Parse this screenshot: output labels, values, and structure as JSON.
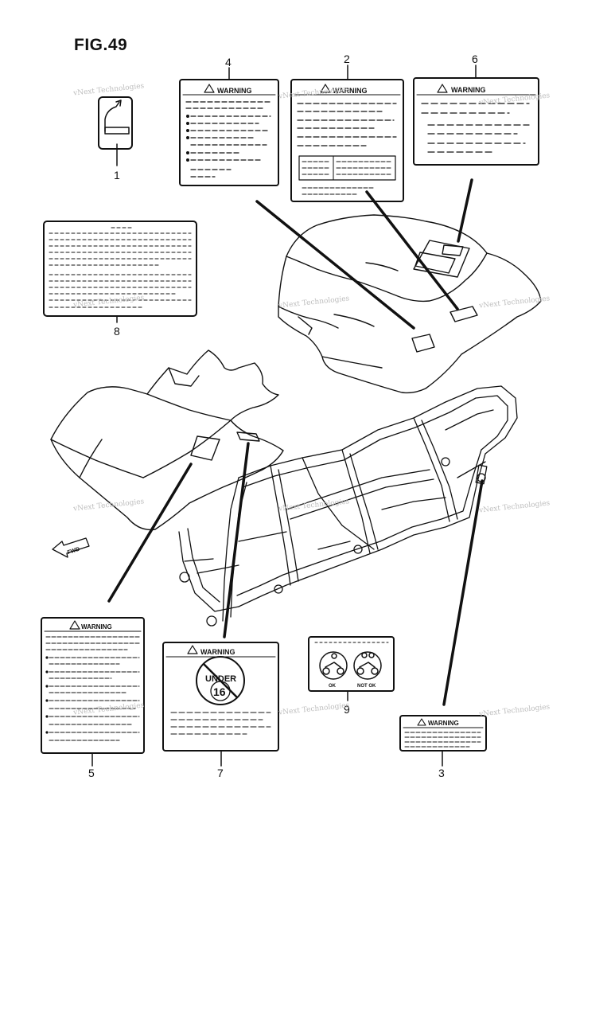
{
  "figure_title": "FIG.49",
  "part_numbers": {
    "p1": "1",
    "p2": "2",
    "p3": "3",
    "p4": "4",
    "p5": "5",
    "p6": "6",
    "p7": "7",
    "p8": "8",
    "p9": "9"
  },
  "labels": {
    "warning": "WARNING",
    "under": "UNDER",
    "age": "16",
    "ok": "OK",
    "not_ok": "NOT OK",
    "fwd": "FWD"
  },
  "watermark": "vNext Technologies",
  "colors": {
    "line": "#111111",
    "watermark": "#bdbdbd"
  }
}
